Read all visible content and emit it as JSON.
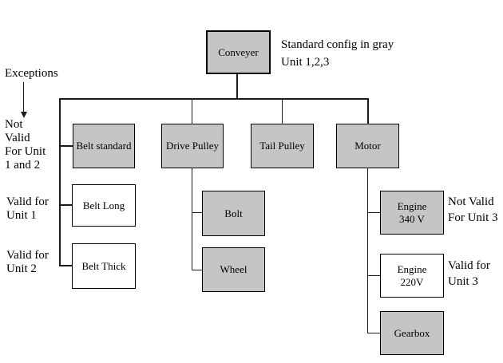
{
  "meta": {
    "background_color": "#ffffff",
    "standard_box_fill": "#c5c5c5",
    "exception_box_fill": "#ffffff",
    "line_color": "#1a1a1a"
  },
  "legend": {
    "line1": "Standard config in gray",
    "line2": "Unit 1,2,3"
  },
  "exceptions": {
    "heading": "Exceptions",
    "not_valid_unit_1_2": {
      "lines": [
        "Not",
        "Valid",
        "For Unit",
        "1 and 2"
      ]
    },
    "valid_unit_1": {
      "lines": [
        "Valid for",
        "Unit 1"
      ]
    },
    "valid_unit_2": {
      "lines": [
        "Valid for",
        "Unit 2"
      ]
    },
    "not_valid_unit_3": {
      "lines": [
        "Not Valid",
        "For Unit 3"
      ]
    },
    "valid_unit_3": {
      "lines": [
        "Valid for",
        "Unit 3"
      ]
    }
  },
  "nodes": {
    "conveyer": {
      "label": "Conveyer",
      "config": "standard"
    },
    "belt_standard": {
      "label": "Belt standard",
      "config": "standard"
    },
    "drive_pulley": {
      "label": "Drive Pulley",
      "config": "standard"
    },
    "tail_pulley": {
      "label": "Tail Pulley",
      "config": "standard"
    },
    "motor": {
      "label": "Motor",
      "config": "standard"
    },
    "belt_long": {
      "label": "Belt Long",
      "config": "exception"
    },
    "belt_thick": {
      "label": "Belt Thick",
      "config": "exception"
    },
    "bolt": {
      "label": "Bolt",
      "config": "standard"
    },
    "wheel": {
      "label": "Wheel",
      "config": "standard"
    },
    "engine_340": {
      "line1": "Engine",
      "line2": "340 V",
      "config": "standard"
    },
    "engine_220": {
      "line1": "Engine",
      "line2": "220V",
      "config": "exception"
    },
    "gearbox": {
      "label": "Gearbox",
      "config": "standard"
    }
  }
}
